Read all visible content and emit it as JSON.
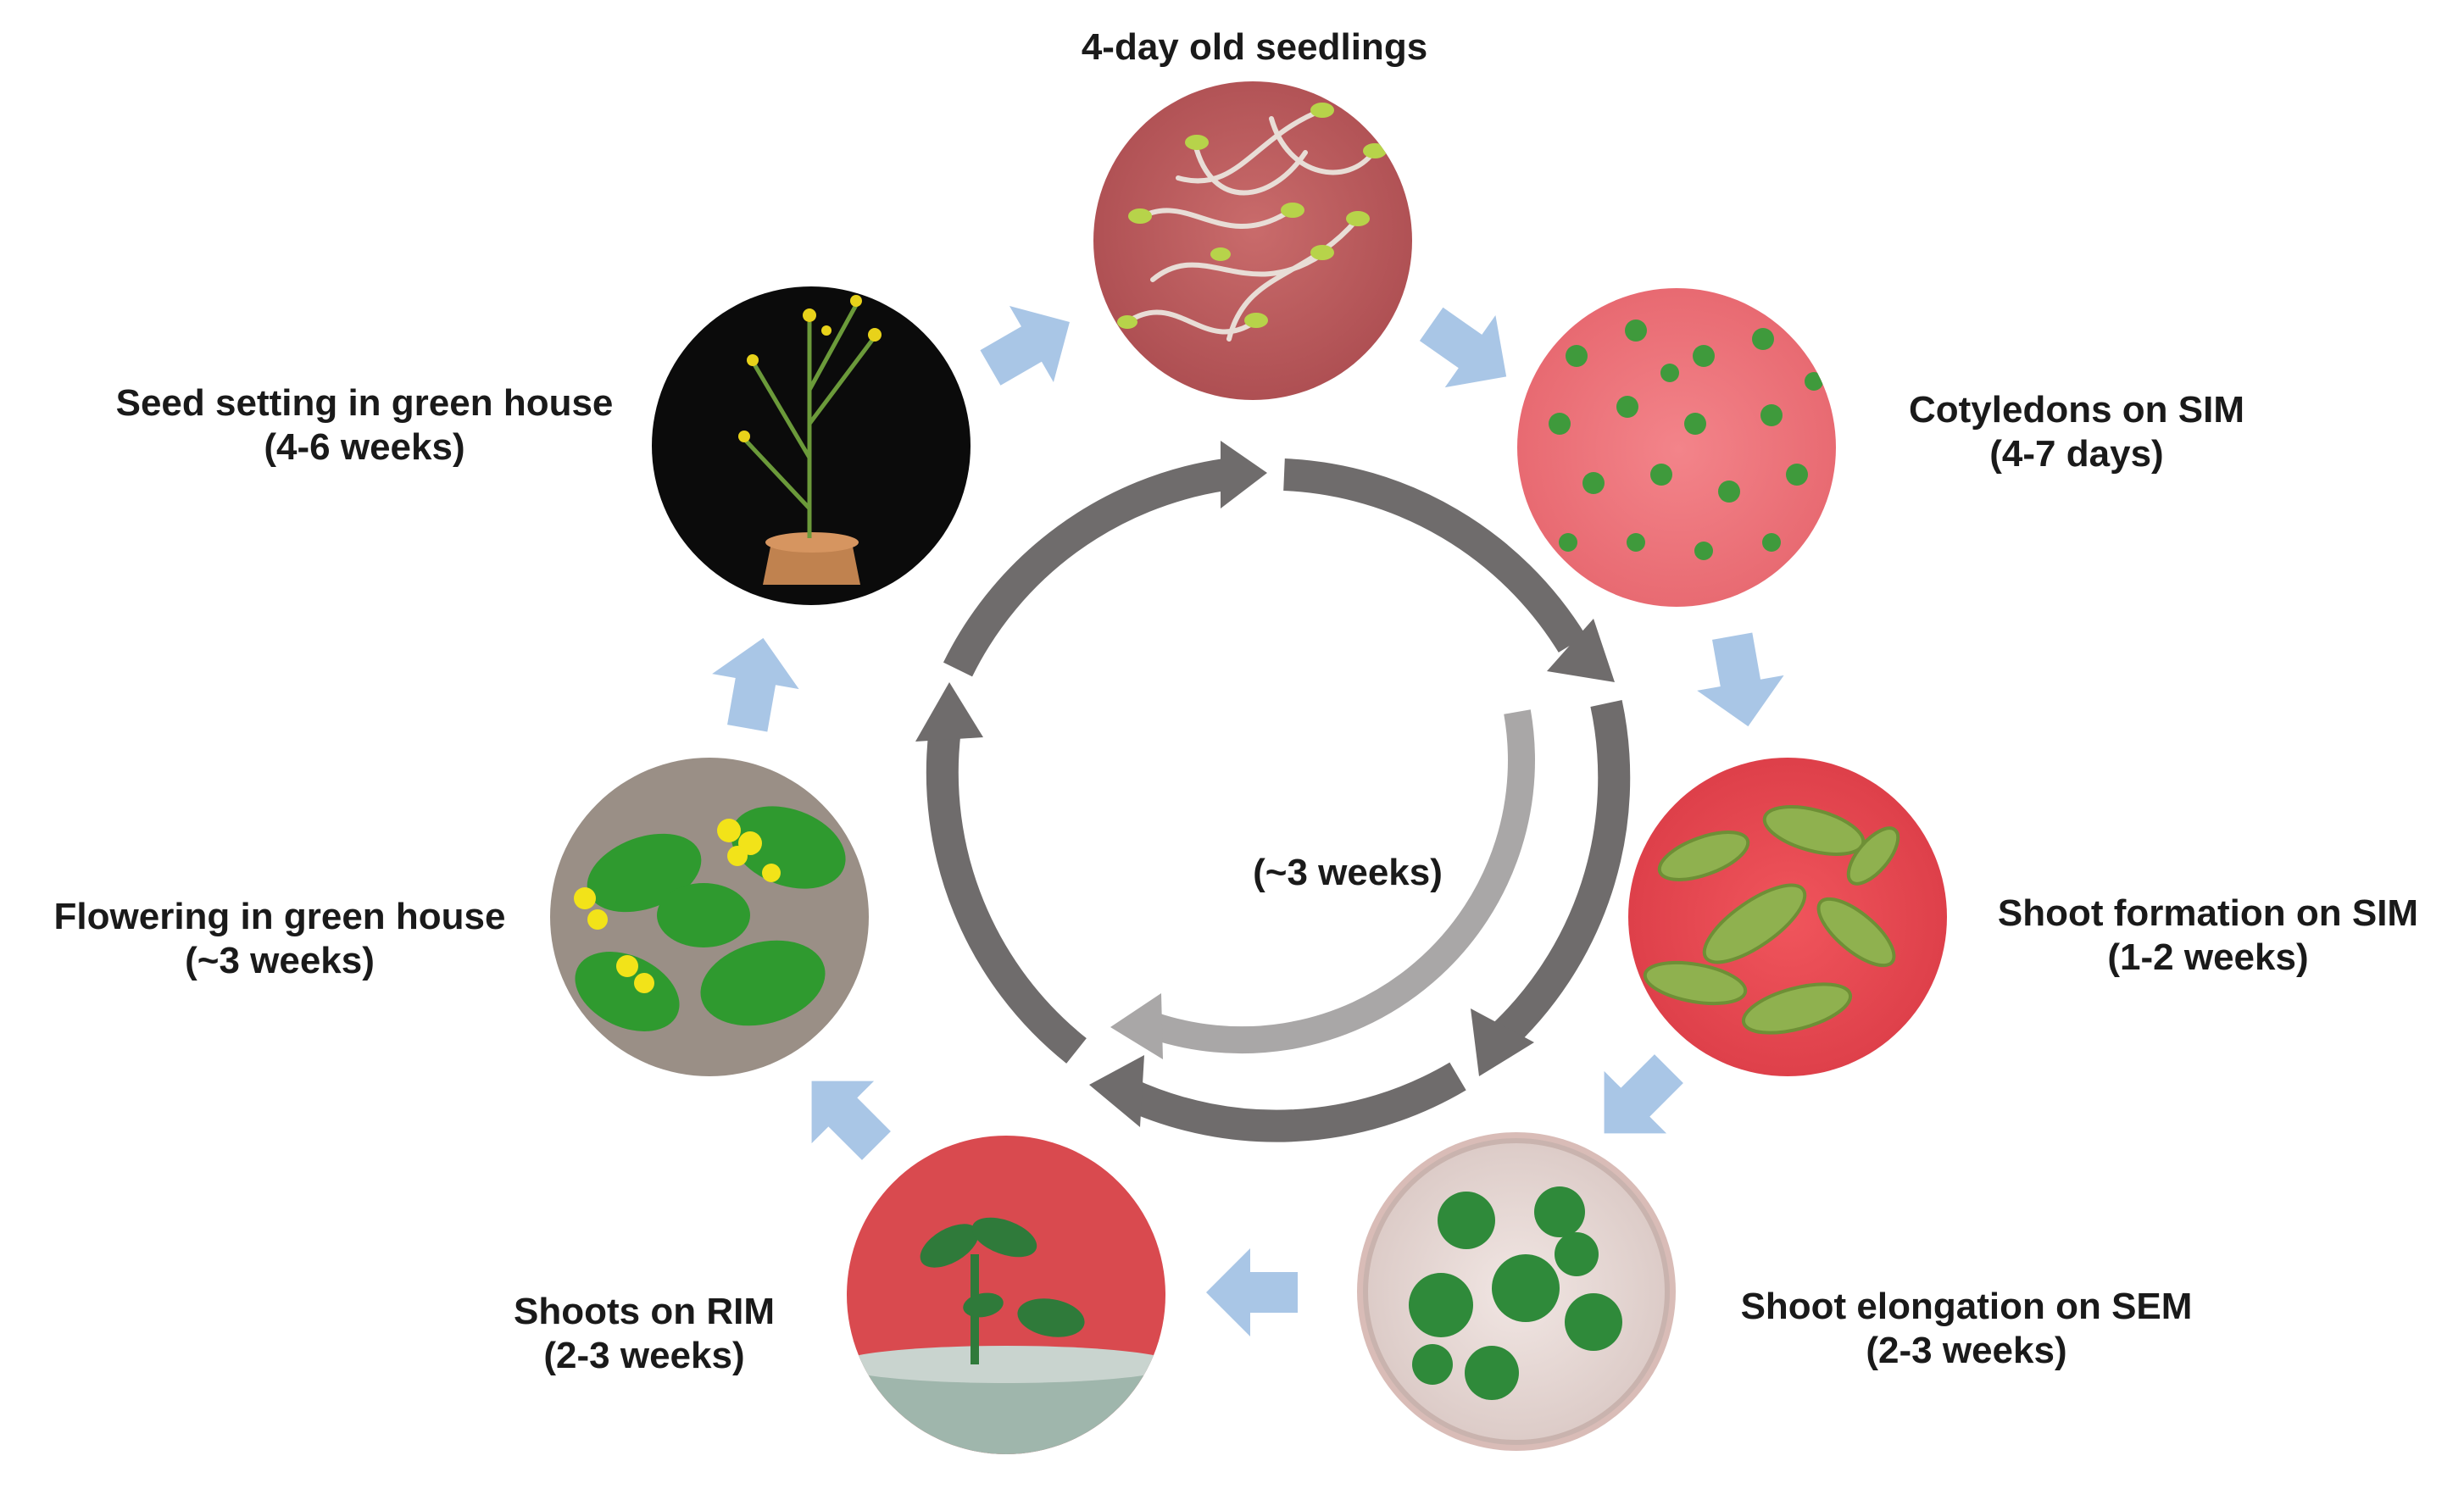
{
  "stages": [
    {
      "id": "seedlings",
      "title": "4-day old seedlings",
      "duration": ""
    },
    {
      "id": "cotyledons",
      "title": "Cotyledons on SIM",
      "duration": "(4-7 days)"
    },
    {
      "id": "shoot-formation",
      "title": "Shoot formation on SIM",
      "duration": "(1-2 weeks)"
    },
    {
      "id": "shoot-elongation",
      "title": "Shoot elongation on SEM",
      "duration": "(2-3 weeks)"
    },
    {
      "id": "shoots-rim",
      "title": "Shoots on RIM",
      "duration": "(2-3 weeks)"
    },
    {
      "id": "flowering",
      "title": "Flowering in green house",
      "duration": "(~3 weeks)"
    },
    {
      "id": "seed-setting",
      "title": "Seed setting in green house",
      "duration": "(4-6 weeks)"
    }
  ],
  "center_label": "(~3 weeks)",
  "colors": {
    "flow_arrow": "#a9c6e6",
    "cycle_outer": "#6f6c6c",
    "cycle_inner": "#a9a7a7",
    "label_text": "#1a1a1a"
  },
  "icons": {
    "seedlings": "seedlings-photo",
    "cotyledons": "cotyledons-photo",
    "shoot-formation": "shoot-formation-photo",
    "shoot-elongation": "petri-dish-photo",
    "shoots-rim": "rooted-shoot-photo",
    "flowering": "flowering-plant-photo",
    "seed-setting": "potted-plant-photo"
  }
}
